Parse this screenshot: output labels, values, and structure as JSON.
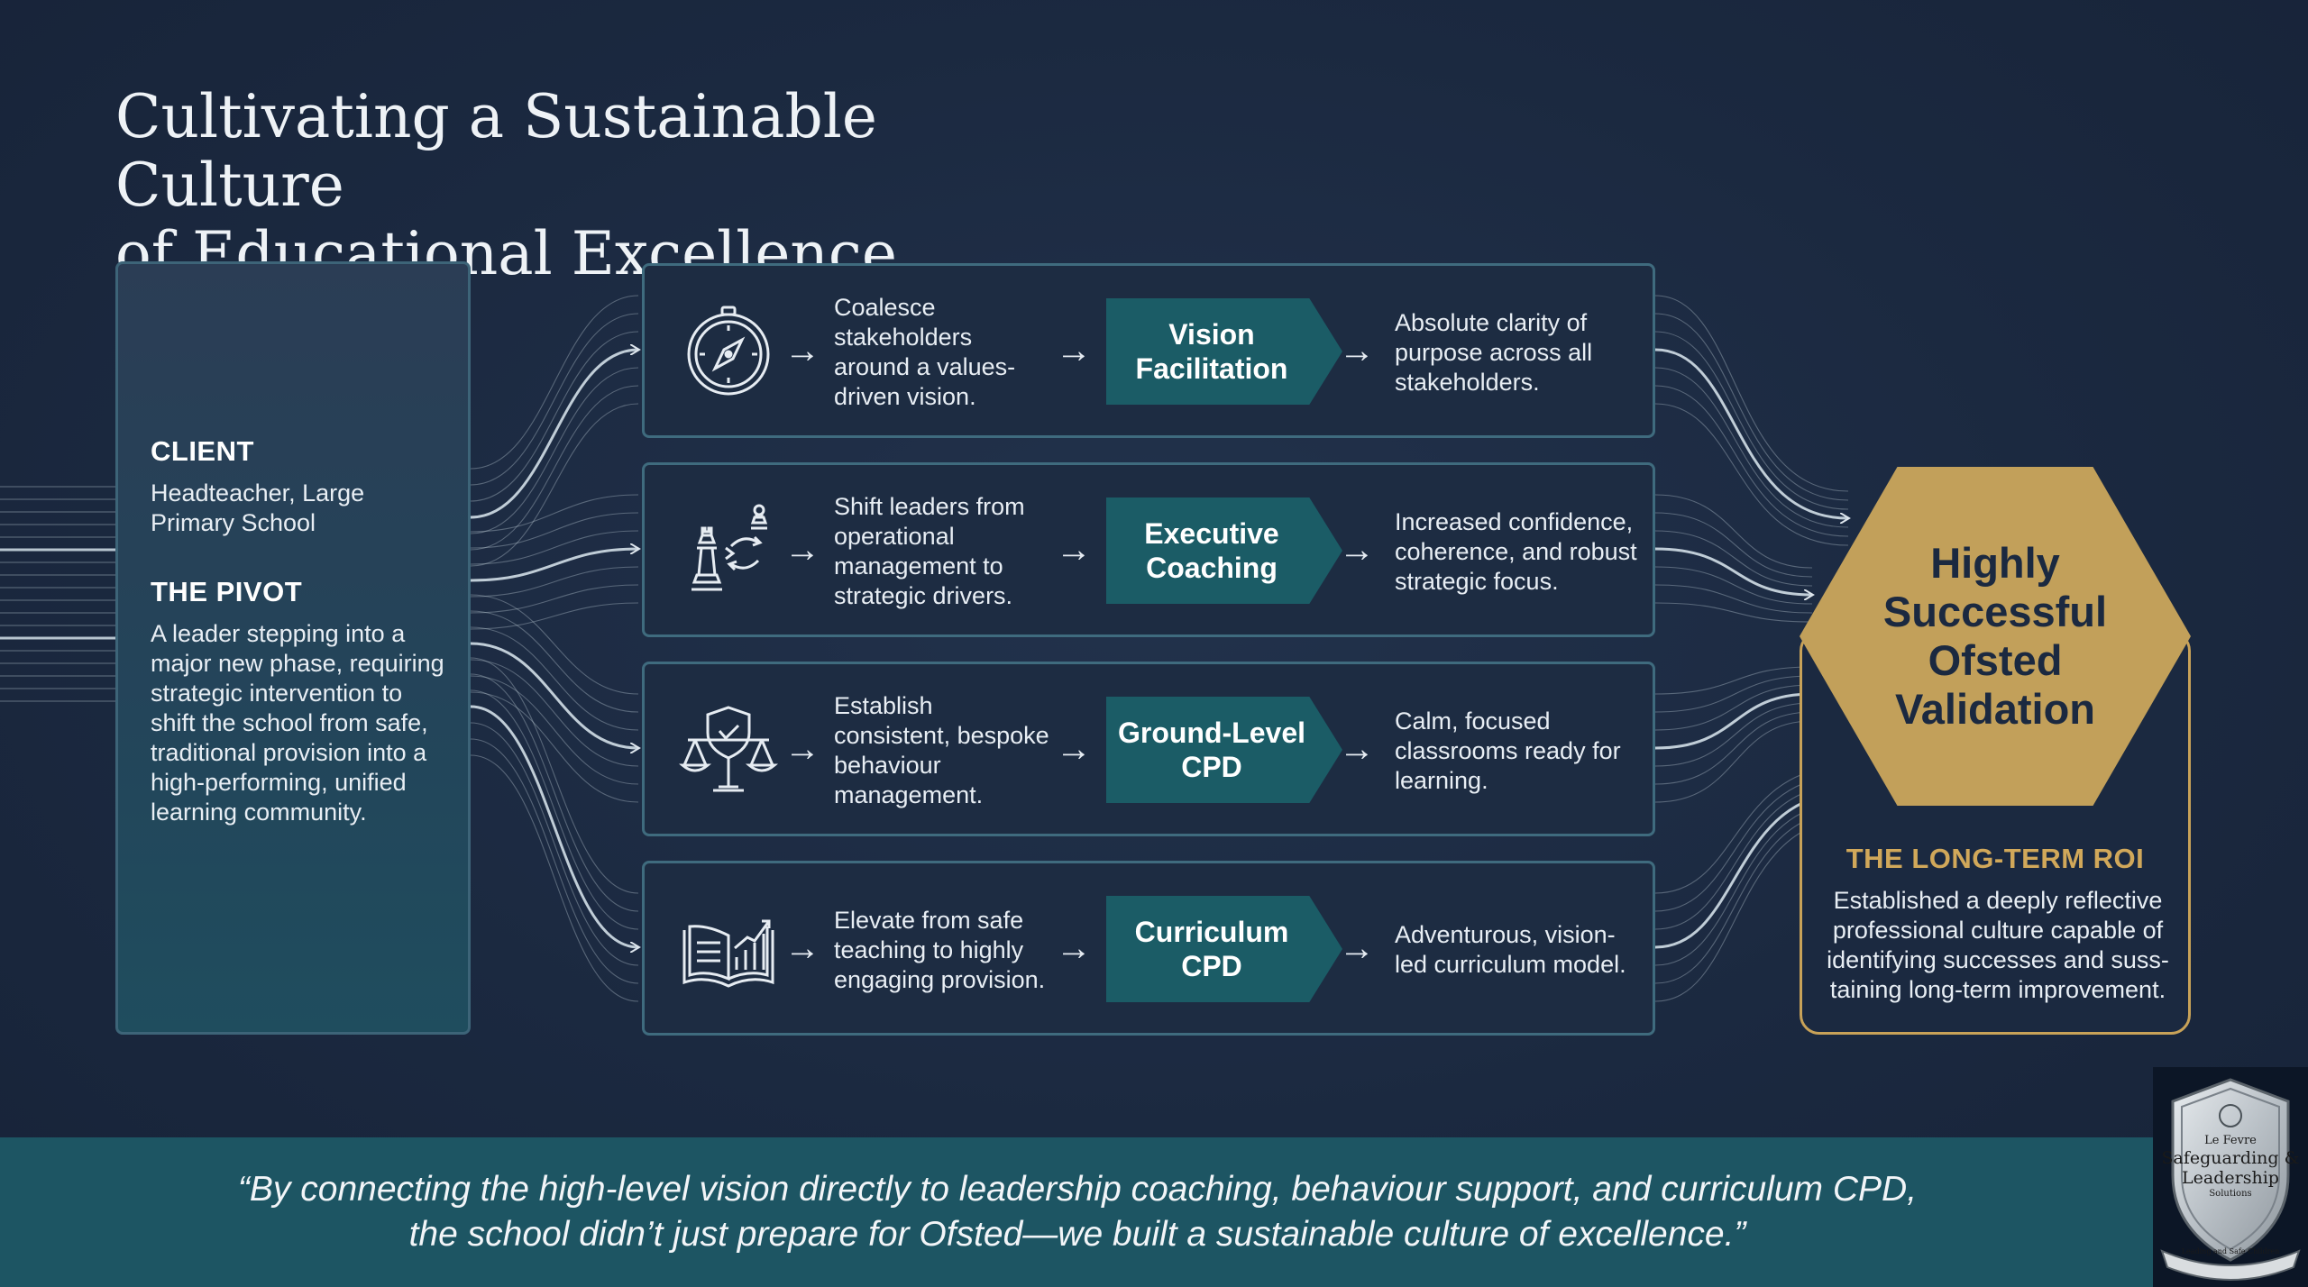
{
  "title": {
    "line1": "Cultivating a Sustainable Culture",
    "line2": "of Educational Excellence"
  },
  "client": {
    "heading": "CLIENT",
    "text": "Headteacher, Large Primary School"
  },
  "pivot": {
    "heading": "THE PIVOT",
    "text": "A leader stepping into a major new phase, requiring strategic intervention to shift the school from safe, traditional provision into a high-performing, unified learning community."
  },
  "arrow_glyph": "→",
  "rows": [
    {
      "icon": "compass-icon",
      "description": "Coalesce stakeholders around a values-driven vision.",
      "intervention": "Vision Facilitation",
      "outcome": "Absolute clarity of purpose across all stakeholders."
    },
    {
      "icon": "chess-pieces-icon",
      "description": "Shift leaders from operational management to strategic drivers.",
      "intervention": "Executive Coaching",
      "outcome": "Increased confidence, coherence, and robust strategic focus."
    },
    {
      "icon": "balance-scale-icon",
      "description": "Establish consistent, bespoke behaviour management.",
      "intervention": "Ground-Level CPD",
      "outcome": "Calm, focused classrooms ready for learning."
    },
    {
      "icon": "open-book-chart-icon",
      "description": "Elevate from safe teaching to highly engaging provision.",
      "intervention": "Curriculum CPD",
      "outcome": "Adventurous, vision-led curriculum model."
    }
  ],
  "result": {
    "label": "Highly Successful Ofsted Validation",
    "roi_heading": "THE LONG-TERM ROI",
    "roi_text": "Established a deeply reflective professional culture capable of identifying successes and suss-taining long-term improvement."
  },
  "quote": {
    "line1": "“By connecting the high-level vision directly to leadership coaching, behaviour support, and curriculum CPD,",
    "line2": "the school didn’t just prepare for Ofsted—we built a sustainable culture of excellence.”"
  },
  "logo": {
    "line1": "Le Fevre",
    "line2": "Safeguarding & Leadership",
    "line3": "Solutions",
    "banner": "Leading and Safe Children"
  },
  "colors": {
    "background": "#1b2940",
    "teal_badge": "#1b5c66",
    "gold": "#c2a05a",
    "row_border": "#3f6b7e",
    "quote_bar": "#1d5563"
  }
}
